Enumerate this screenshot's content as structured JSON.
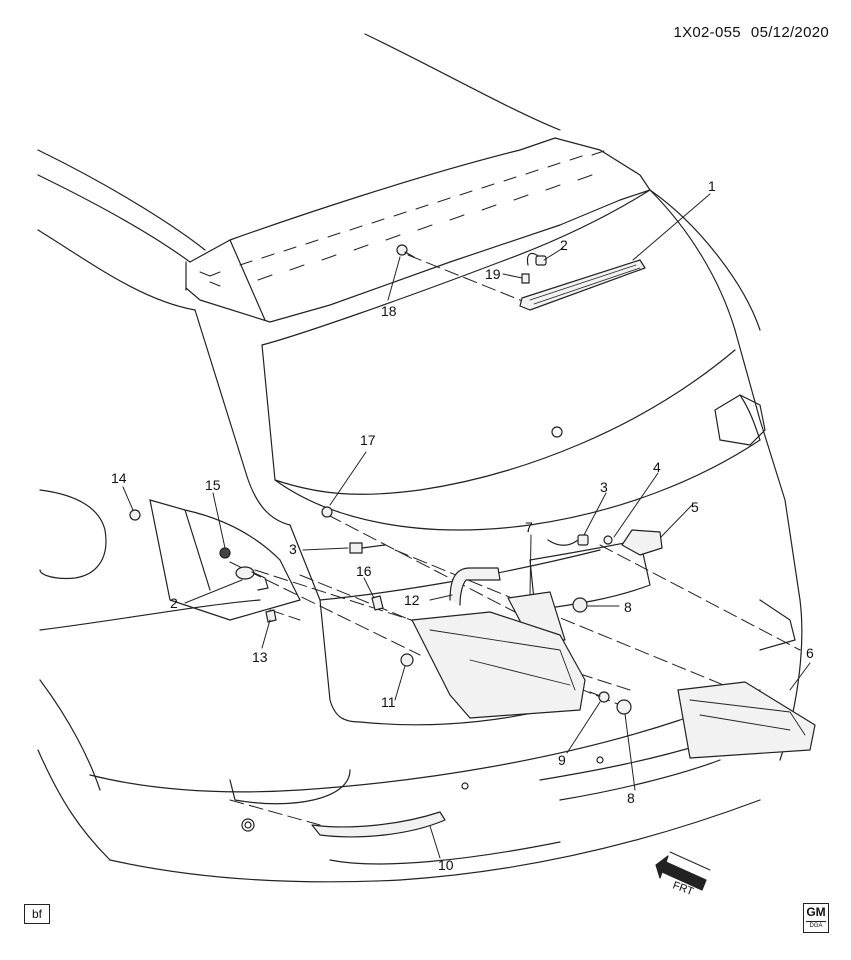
{
  "header": {
    "diagram_id": "1X02-055",
    "date": "05/12/2020"
  },
  "footer": {
    "tag": "bf",
    "logo_text": "GM",
    "logo_subtext": "DGA",
    "frt_label": "FRT"
  },
  "callouts": [
    "1",
    "2",
    "19",
    "18",
    "17",
    "14",
    "15",
    "3",
    "16",
    "2",
    "13",
    "4",
    "3",
    "5",
    "7",
    "12",
    "8",
    "11",
    "9",
    "8",
    "6",
    "10"
  ],
  "colors": {
    "line": "#222222",
    "body_fill": "#ffffff",
    "part_fill": "#f2f2f2"
  }
}
